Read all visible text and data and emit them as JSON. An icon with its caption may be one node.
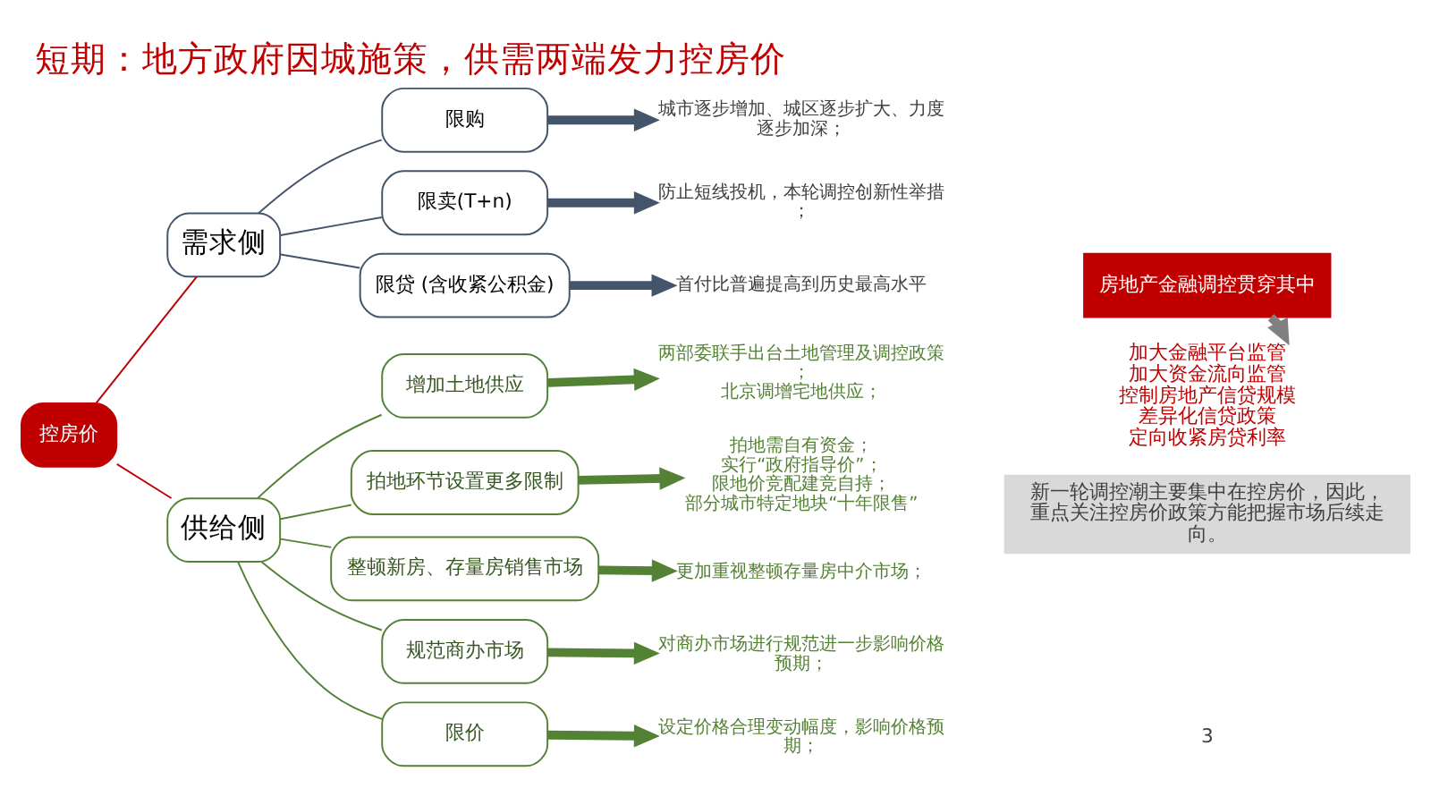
{
  "diagram": {
    "title": "短期：地方政府因城施策，供需两端发力控房价",
    "nodes": [
      {
        "text": [
          "控房价"
        ]
      },
      {
        "text": [
          "需求侧"
        ]
      },
      {
        "text": [
          "限购"
        ]
      },
      {
        "text": [
          "限卖(T+n)"
        ]
      },
      {
        "text": [
          "限贷 (含收紧公积金)"
        ]
      },
      {
        "text": [
          "供给侧"
        ]
      },
      {
        "text": [
          "增加土地供应"
        ]
      },
      {
        "text": [
          "拍地环节设置更多限制"
        ]
      },
      {
        "text": [
          "整顿新房、存量房销售市场"
        ]
      },
      {
        "text": [
          "规范商办市场"
        ]
      },
      {
        "text": [
          "限价"
        ]
      },
      {
        "text": [
          "城市逐步增加、城区逐步扩大、力度逐步加深；"
        ]
      },
      {
        "text": [
          "防止短线投机，本轮调控创新性举措；"
        ]
      },
      {
        "text": [
          "首付比普遍提高到历史最高水平"
        ]
      },
      {
        "text": [
          "两部委联手出台土地管理及调控政策；",
          "北京调增宅地供应；"
        ]
      },
      {
        "text": [
          "拍地需自有资金；",
          "实行“政府指导价”；",
          "限地价竞配建竞自持；",
          "部分城市特定地块“十年限售”"
        ]
      },
      {
        "text": [
          "更加重视整顿存量房中介市场；"
        ]
      },
      {
        "text": [
          "对商办市场进行规范进一步影响价格预期；"
        ]
      },
      {
        "text": [
          "设定价格合理变动幅度，影响价格预期；"
        ]
      },
      {
        "text": [
          "房地产金融调控贯穿其中"
        ]
      },
      {
        "text": [
          "加大金融平台监管",
          "加大资金流向监管",
          "控制房地产信贷规模",
          "差异化信贷政策",
          "定向收紧房贷利率"
        ]
      },
      {
        "text": [
          "新一轮调控潮主要集中在控房价，因此，重点关注控房价政策方能把握市场后续走向。"
        ]
      }
    ],
    "edges": [
      {
        "from": 0,
        "to": 1,
        "arrow": "none",
        "color": "#c00000"
      },
      {
        "from": 0,
        "to": 5,
        "arrow": "none",
        "color": "#c00000"
      },
      {
        "from": 1,
        "to": 2,
        "arrow": "none",
        "color": "#44546a"
      },
      {
        "from": 1,
        "to": 3,
        "arrow": "none",
        "color": "#44546a"
      },
      {
        "from": 1,
        "to": 4,
        "arrow": "none",
        "color": "#44546a"
      },
      {
        "from": 5,
        "to": 6,
        "arrow": "none",
        "color": "#548235"
      },
      {
        "from": 5,
        "to": 7,
        "arrow": "none",
        "color": "#548235"
      },
      {
        "from": 5,
        "to": 8,
        "arrow": "none",
        "color": "#548235"
      },
      {
        "from": 5,
        "to": 9,
        "arrow": "none",
        "color": "#548235"
      },
      {
        "from": 5,
        "to": 10,
        "arrow": "none",
        "color": "#548235"
      },
      {
        "from": 2,
        "to": 11,
        "arrow": "to",
        "style": "thick",
        "color": "#44546a"
      },
      {
        "from": 3,
        "to": 12,
        "arrow": "to",
        "style": "thick",
        "color": "#44546a"
      },
      {
        "from": 4,
        "to": 13,
        "arrow": "to",
        "style": "thick",
        "color": "#44546a"
      },
      {
        "from": 6,
        "to": 14,
        "arrow": "to",
        "style": "thick",
        "color": "#548235"
      },
      {
        "from": 7,
        "to": 15,
        "arrow": "to",
        "style": "thick",
        "color": "#548235"
      },
      {
        "from": 8,
        "to": 16,
        "arrow": "to",
        "style": "thick",
        "color": "#548235"
      },
      {
        "from": 9,
        "to": 17,
        "arrow": "to",
        "style": "thick",
        "color": "#548235"
      },
      {
        "from": 10,
        "to": 18,
        "arrow": "to",
        "style": "thick",
        "color": "#548235"
      },
      {
        "from": 19,
        "to": 20,
        "arrow": "to",
        "style": "thick",
        "color": "#808080"
      }
    ],
    "labels": [
      "3"
    ]
  }
}
